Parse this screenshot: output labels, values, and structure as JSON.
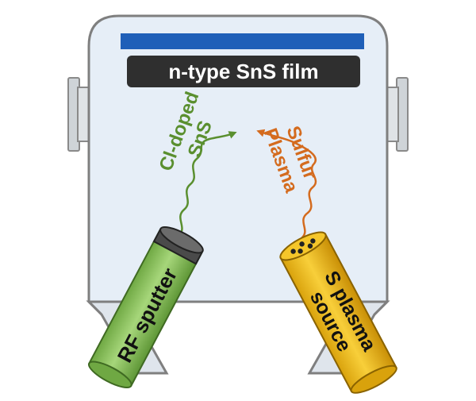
{
  "film": {
    "label": "n-type SnS film"
  },
  "rf_source": {
    "label": "RF sputter",
    "beam_label_line1": "Cl-doped",
    "beam_label_line2": "SnS"
  },
  "plasma_source": {
    "label_line1": "S plasma",
    "label_line2": "source",
    "beam_label_line1": "Sulfur",
    "beam_label_line2": "Plasma"
  },
  "colors": {
    "chamber_fill": "#e6eef7",
    "chamber_stroke": "#7f7f7f",
    "substrate_blue": "#1f5fb8",
    "film_label_bg": "#2f2f2f",
    "rf_green": "#8dc45e",
    "rf_text_green": "#5a8f2f",
    "plasma_yellow": "#f2bc14",
    "plasma_orange": "#d46b1e",
    "flange_gray": "#cfd4d8"
  }
}
